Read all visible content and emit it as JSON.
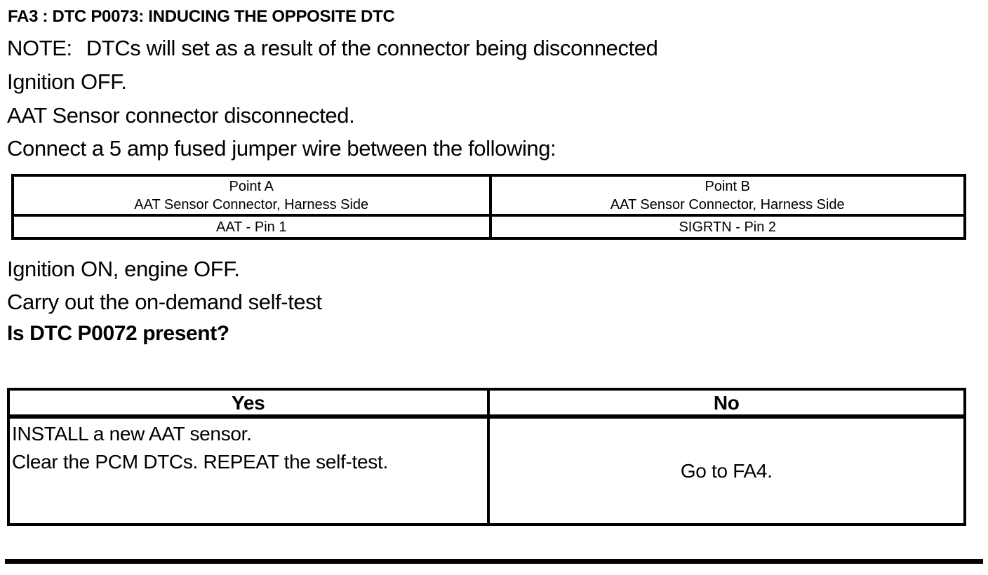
{
  "document": {
    "title": "FA3 : DTC P0073: INDUCING THE OPPOSITE DTC",
    "note": {
      "label": "NOTE:",
      "text": "DTCs will set as a result of the connector being disconnected"
    },
    "steps_before_table": [
      "Ignition OFF.",
      "AAT Sensor connector disconnected.",
      "Connect a 5 amp fused jumper wire between the following:"
    ],
    "steps_after_table": [
      "Ignition ON, engine OFF.",
      "Carry out the on-demand self-test"
    ],
    "question": "Is DTC P0072 present?"
  },
  "jumper_table": {
    "point_a": {
      "header_line1": "Point A",
      "header_line2": "AAT Sensor Connector, Harness Side",
      "pin": "AAT - Pin 1"
    },
    "point_b": {
      "header_line1": "Point B",
      "header_line2": "AAT Sensor Connector, Harness Side",
      "pin": "SIGRTN - Pin 2"
    }
  },
  "decision_table": {
    "yes": {
      "header": "Yes",
      "line1": "INSTALL a new AAT sensor.",
      "line2": "Clear the PCM DTCs. REPEAT the self-test."
    },
    "no": {
      "header": "No",
      "action": "Go to FA4."
    }
  },
  "colors": {
    "text": "#000000",
    "background": "#ffffff",
    "border": "#000000"
  }
}
